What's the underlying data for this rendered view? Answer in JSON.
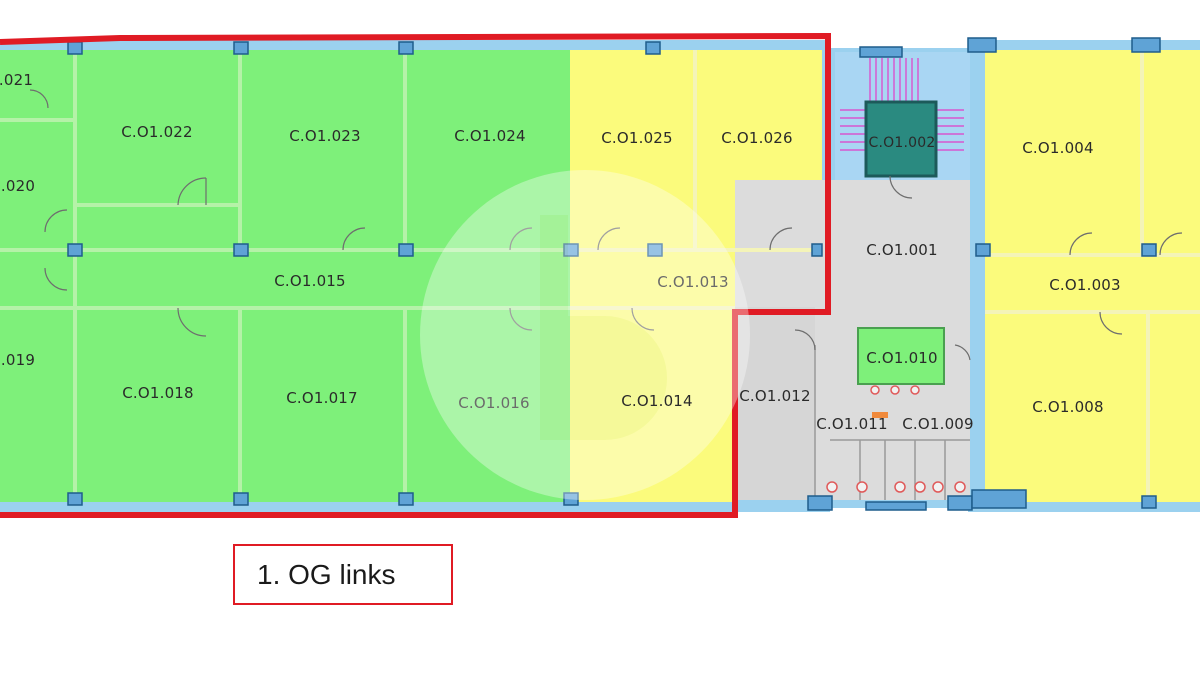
{
  "plan": {
    "caption": "1. OG links",
    "rooms": [
      {
        "id": "c021",
        "label": ".021",
        "fill": "green"
      },
      {
        "id": "c020",
        "label": ".020",
        "fill": "green"
      },
      {
        "id": "c019",
        "label": ".019",
        "fill": "green"
      },
      {
        "id": "c022",
        "label": "C.O1.022",
        "fill": "green"
      },
      {
        "id": "c023",
        "label": "C.O1.023",
        "fill": "green"
      },
      {
        "id": "c024",
        "label": "C.O1.024",
        "fill": "green"
      },
      {
        "id": "c025",
        "label": "C.O1.025",
        "fill": "yellow"
      },
      {
        "id": "c026",
        "label": "C.O1.026",
        "fill": "yellow"
      },
      {
        "id": "c015",
        "label": "C.O1.015",
        "fill": "green"
      },
      {
        "id": "c013",
        "label": "C.O1.013",
        "fill": "yellow"
      },
      {
        "id": "c018",
        "label": "C.O1.018",
        "fill": "green"
      },
      {
        "id": "c017",
        "label": "C.O1.017",
        "fill": "green"
      },
      {
        "id": "c016",
        "label": "C.O1.016",
        "fill": "green"
      },
      {
        "id": "c014",
        "label": "C.O1.014",
        "fill": "yellow"
      },
      {
        "id": "c002",
        "label": "C.O1.002",
        "fill": "teal"
      },
      {
        "id": "c001",
        "label": "C.O1.001",
        "fill": "gray"
      },
      {
        "id": "c012",
        "label": "C.O1.012",
        "fill": "gray"
      },
      {
        "id": "c010",
        "label": "C.O1.010",
        "fill": "green"
      },
      {
        "id": "c011",
        "label": "C.O1.011",
        "fill": "gray"
      },
      {
        "id": "c009",
        "label": "C.O1.009",
        "fill": "gray"
      },
      {
        "id": "c004",
        "label": "C.O1.004",
        "fill": "yellow"
      },
      {
        "id": "c003",
        "label": "C.O1.003",
        "fill": "yellow"
      },
      {
        "id": "c008",
        "label": "C.O1.008",
        "fill": "yellow"
      }
    ],
    "colors": {
      "green": "#7ef07a",
      "yellow": "#fbfb7c",
      "gray": "#dcdcdc",
      "teal": "#2a8a80",
      "wall": "#9bd1ef",
      "column": "#5fa3d6",
      "outline": "#e01b24",
      "stair": "#e23cc8"
    }
  }
}
